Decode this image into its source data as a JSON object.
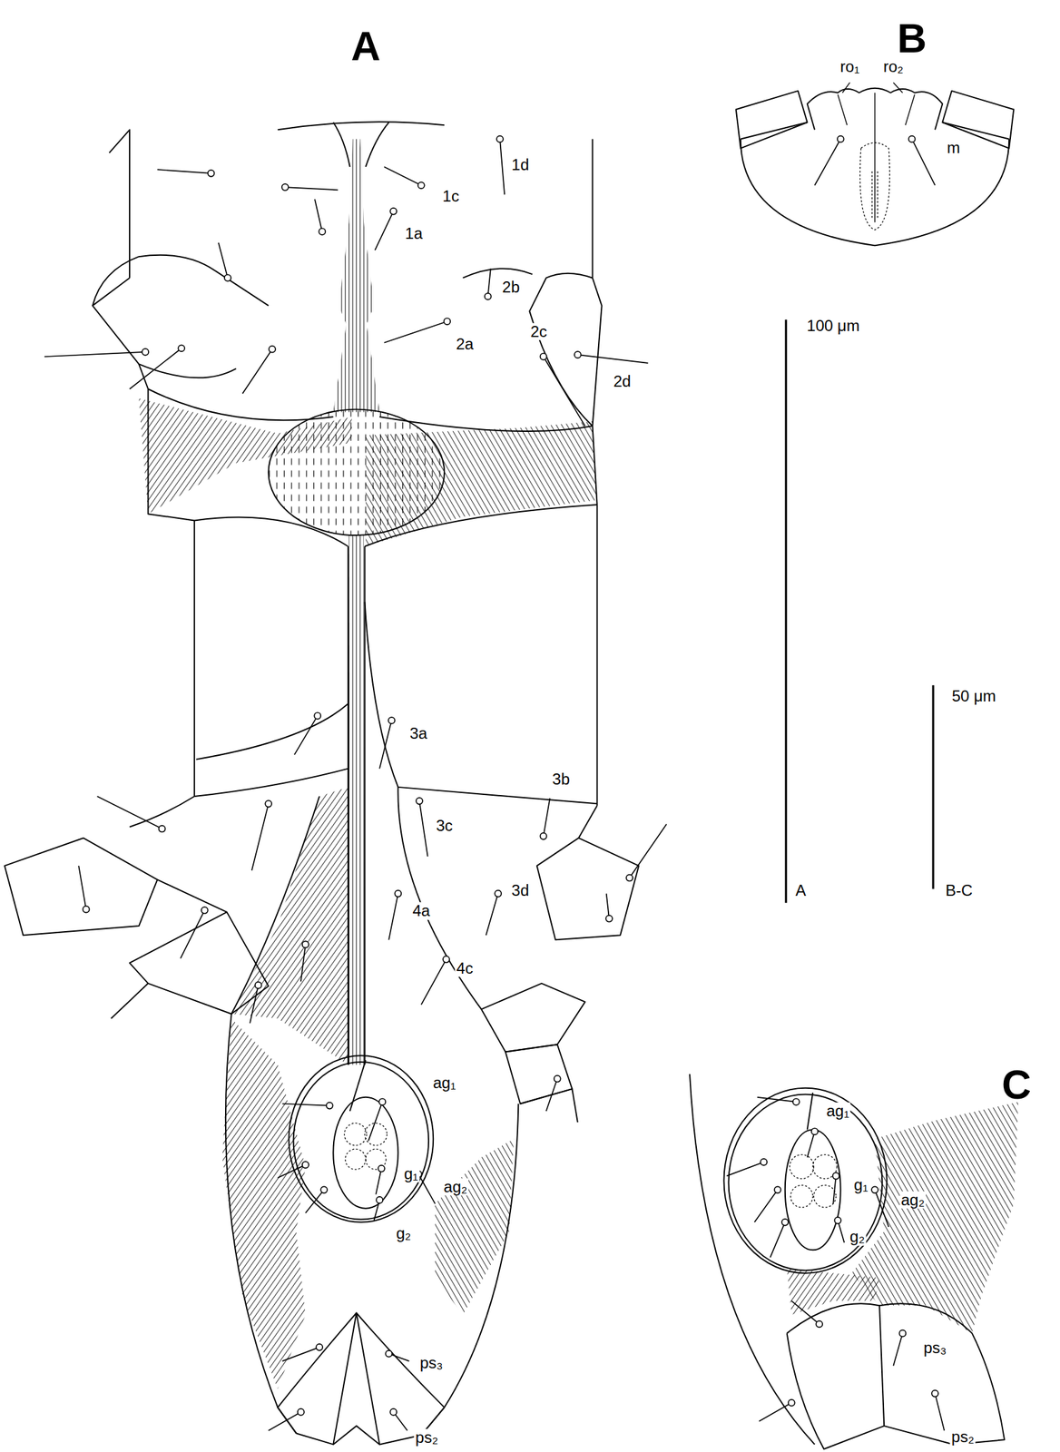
{
  "diagram": {
    "labels": [
      "A",
      "B",
      "ro₁",
      "ro₂",
      "m",
      "1c",
      "1d",
      "1a",
      "2b",
      "2a",
      "2c",
      "2d",
      "3a",
      "3b",
      "3c",
      "3d",
      "4a",
      "4c",
      "ag₁",
      "g₁",
      "ag₂",
      "g₂",
      "ps₃",
      "ps₂",
      "100 μm",
      "50 μm",
      "A",
      "B-C",
      "C",
      "ag₁",
      "g₁",
      "ag₂",
      "g₂",
      "ps₃",
      "ps₂"
    ]
  }
}
